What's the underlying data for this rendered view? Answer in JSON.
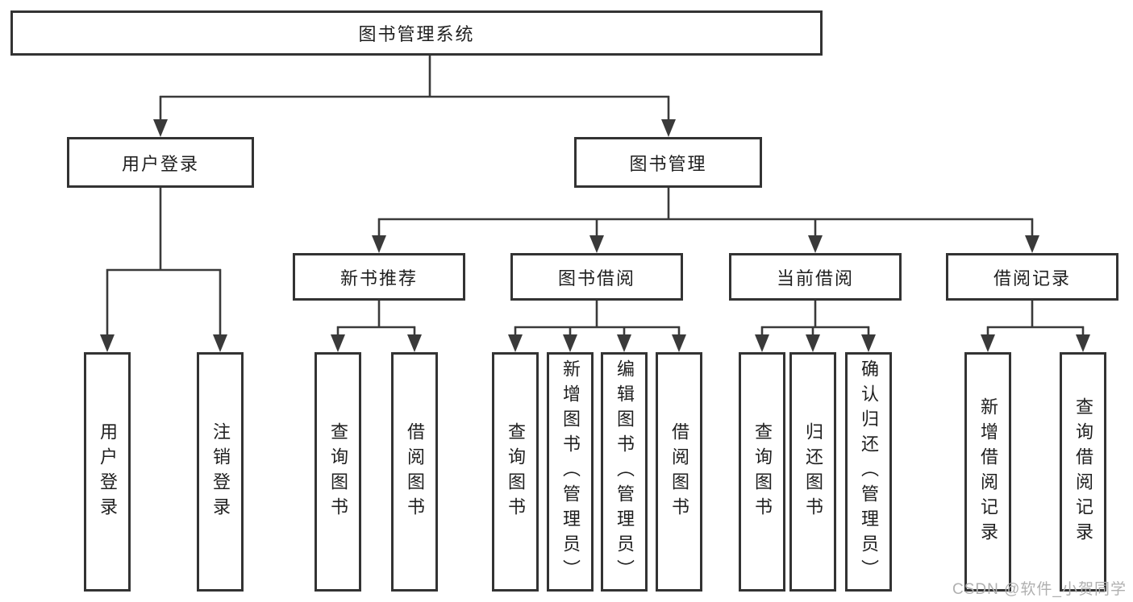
{
  "colors": {
    "line": "#3a3a3a",
    "box-border": "#333333",
    "text": "#1f1f1f",
    "watermark": "#b0b0b0"
  },
  "diagram": {
    "root": {
      "label": "图书管理系统"
    },
    "user_login": {
      "label": "用户登录",
      "children": [
        {
          "label": "用户登录"
        },
        {
          "label": "注销登录"
        }
      ]
    },
    "book_mgmt": {
      "label": "图书管理",
      "sections": [
        {
          "label": "新书推荐",
          "children": [
            {
              "label": "查询图书"
            },
            {
              "label": "借阅图书"
            }
          ]
        },
        {
          "label": "图书借阅",
          "children": [
            {
              "label": "查询图书"
            },
            {
              "label": "新增图书（管理员）"
            },
            {
              "label": "编辑图书（管理员）"
            },
            {
              "label": "借阅图书"
            }
          ]
        },
        {
          "label": "当前借阅",
          "children": [
            {
              "label": "查询图书"
            },
            {
              "label": "归还图书"
            },
            {
              "label": "确认归还（管理员）"
            }
          ]
        },
        {
          "label": "借阅记录",
          "children": [
            {
              "label": "新增借阅记录"
            },
            {
              "label": "查询借阅记录"
            }
          ]
        }
      ]
    }
  },
  "watermark": {
    "text": "CSDN @软件_小贺同学"
  }
}
